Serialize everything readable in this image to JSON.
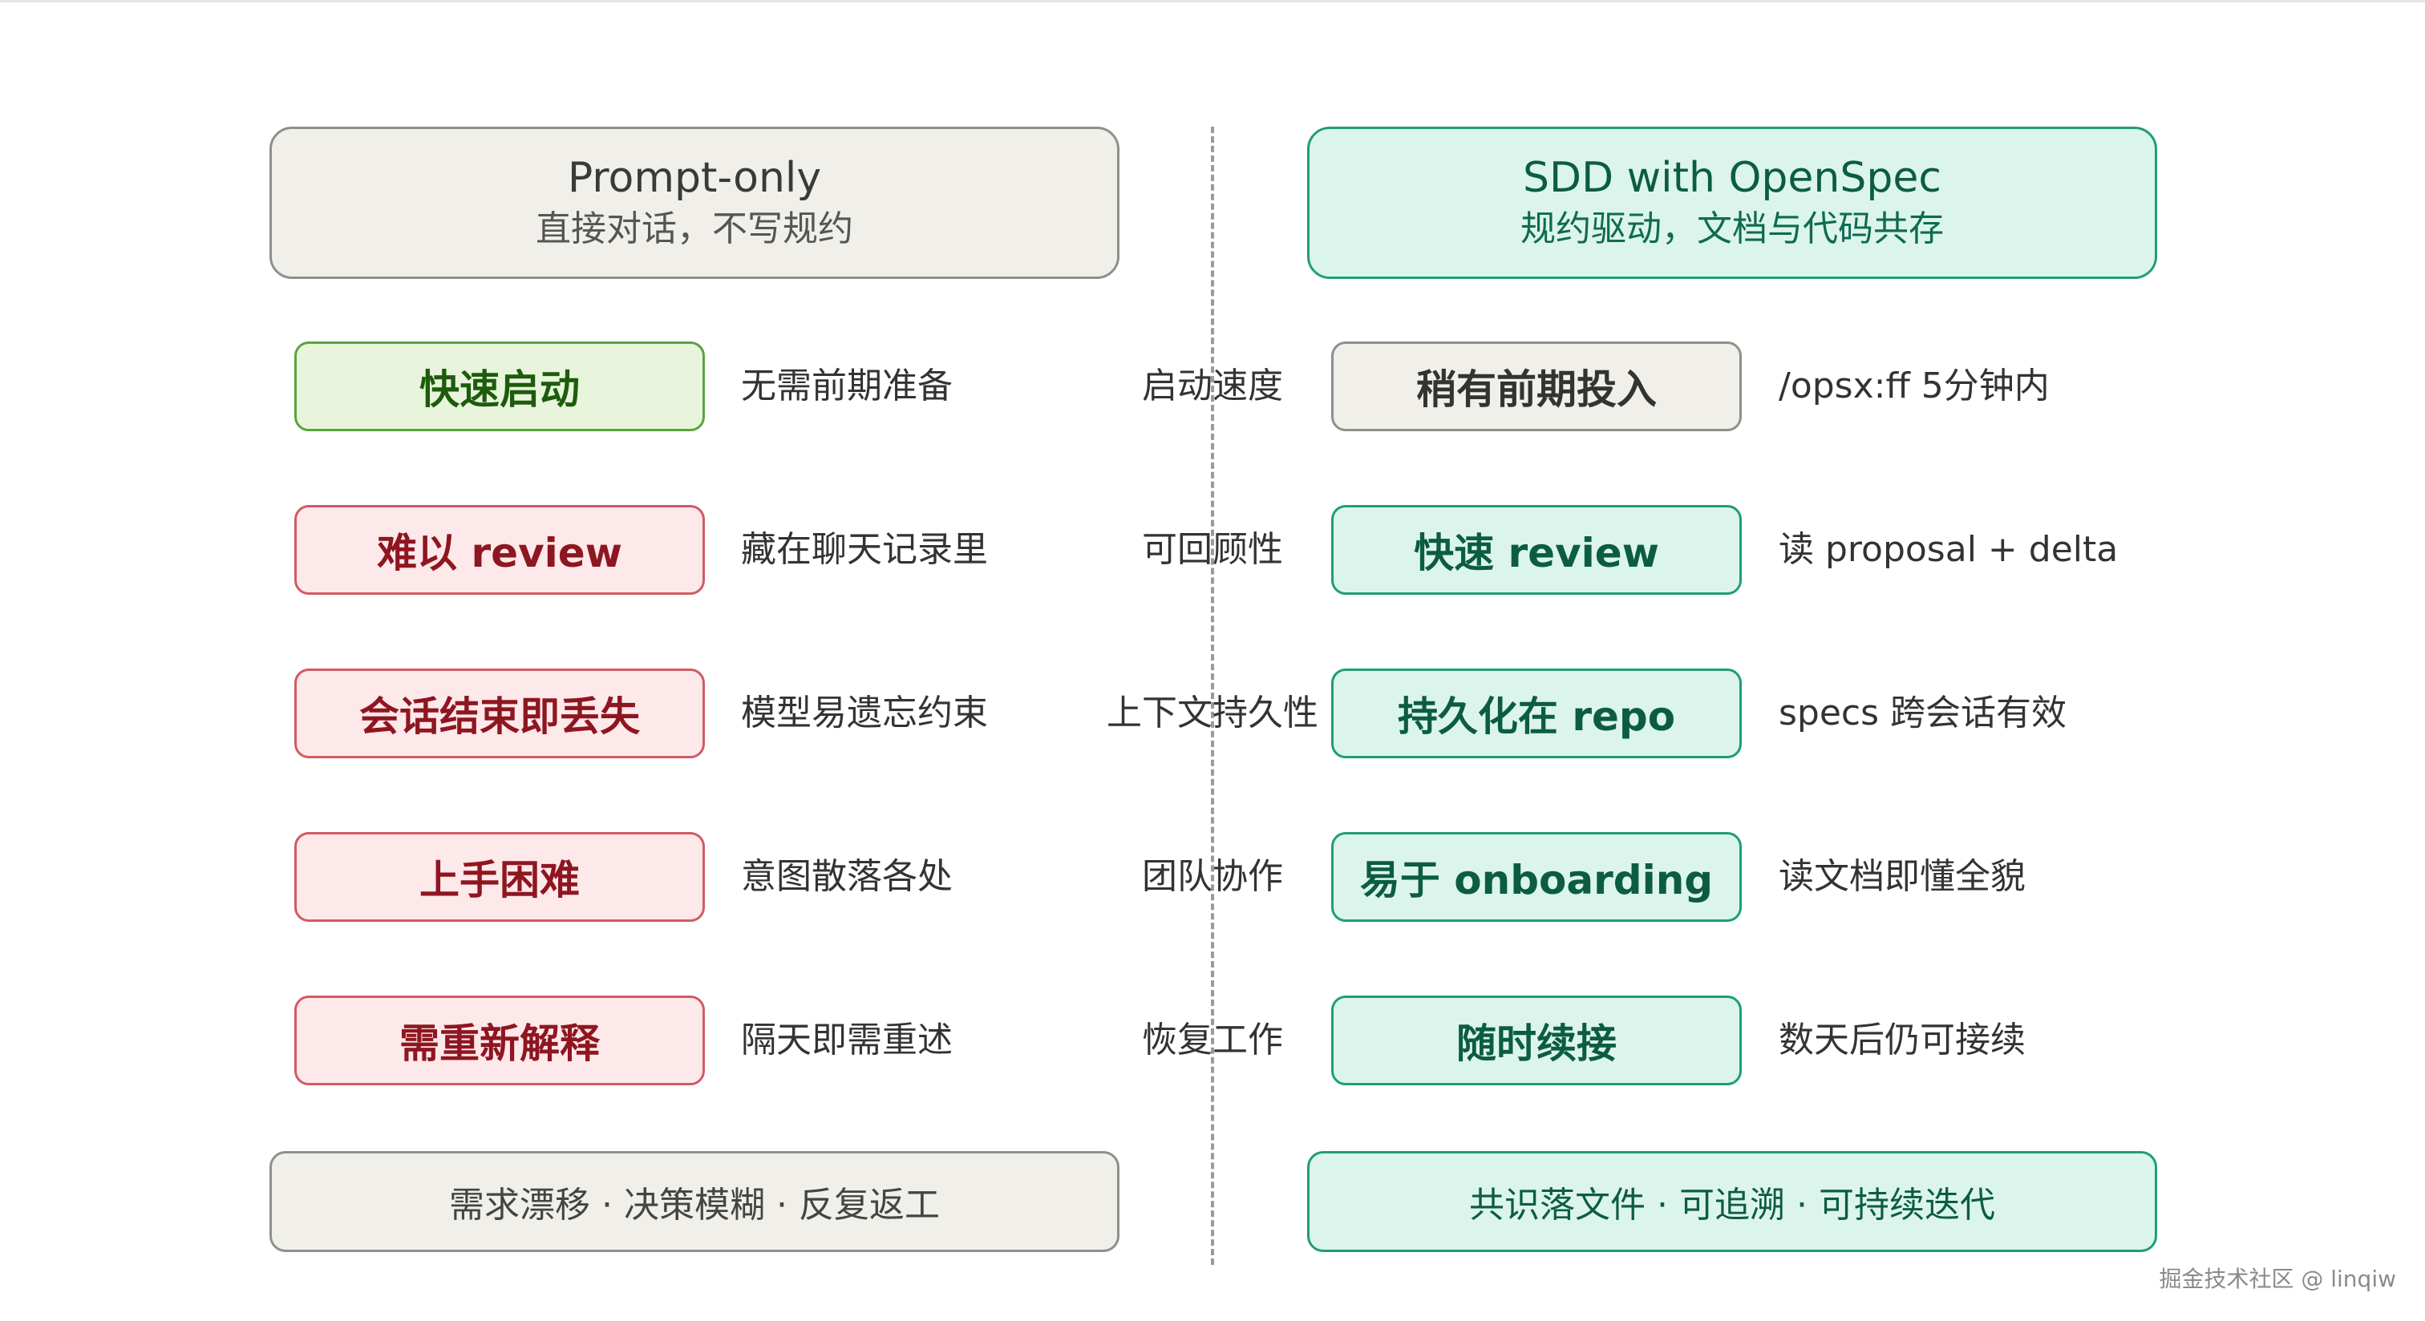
{
  "left_header": {
    "title": "Prompt-only",
    "subtitle": "直接对话，不写规约"
  },
  "right_header": {
    "title": "SDD with OpenSpec",
    "subtitle": "规约驱动，文档与代码共存"
  },
  "rows": [
    {
      "dimension": "启动速度",
      "left_label": "快速启动",
      "left_note": "无需前期准备",
      "right_label": "稍有前期投入",
      "right_note": "/opsx:ff 5分钟内"
    },
    {
      "dimension": "可回顾性",
      "left_label": "难以 review",
      "left_note": "藏在聊天记录里",
      "right_label": "快速 review",
      "right_note": "读 proposal + delta"
    },
    {
      "dimension": "上下文持久性",
      "left_label": "会话结束即丢失",
      "left_note": "模型易遗忘约束",
      "right_label": "持久化在 repo",
      "right_note": "specs 跨会话有效"
    },
    {
      "dimension": "团队协作",
      "left_label": "上手困难",
      "left_note": "意图散落各处",
      "right_label": "易于 onboarding",
      "right_note": "读文档即懂全貌"
    },
    {
      "dimension": "恢复工作",
      "left_label": "需重新解释",
      "left_note": "隔天即需重述",
      "right_label": "随时续接",
      "right_note": "数天后仍可接续"
    }
  ],
  "left_footer": "需求漂移 · 决策模糊 · 反复返工",
  "right_footer": "共识落文件 · 可追溯 · 可持续迭代",
  "watermark": "掘金技术社区 @ linqiw",
  "colors": {
    "neutral_bg": "#f0efe9",
    "green_bg": "#e8f5dc",
    "red_bg": "#fde8ea",
    "teal_bg": "#dcf5ec",
    "teal_text": "#0c5c44",
    "red_text": "#8e1620",
    "green_text": "#1d5c0c"
  }
}
